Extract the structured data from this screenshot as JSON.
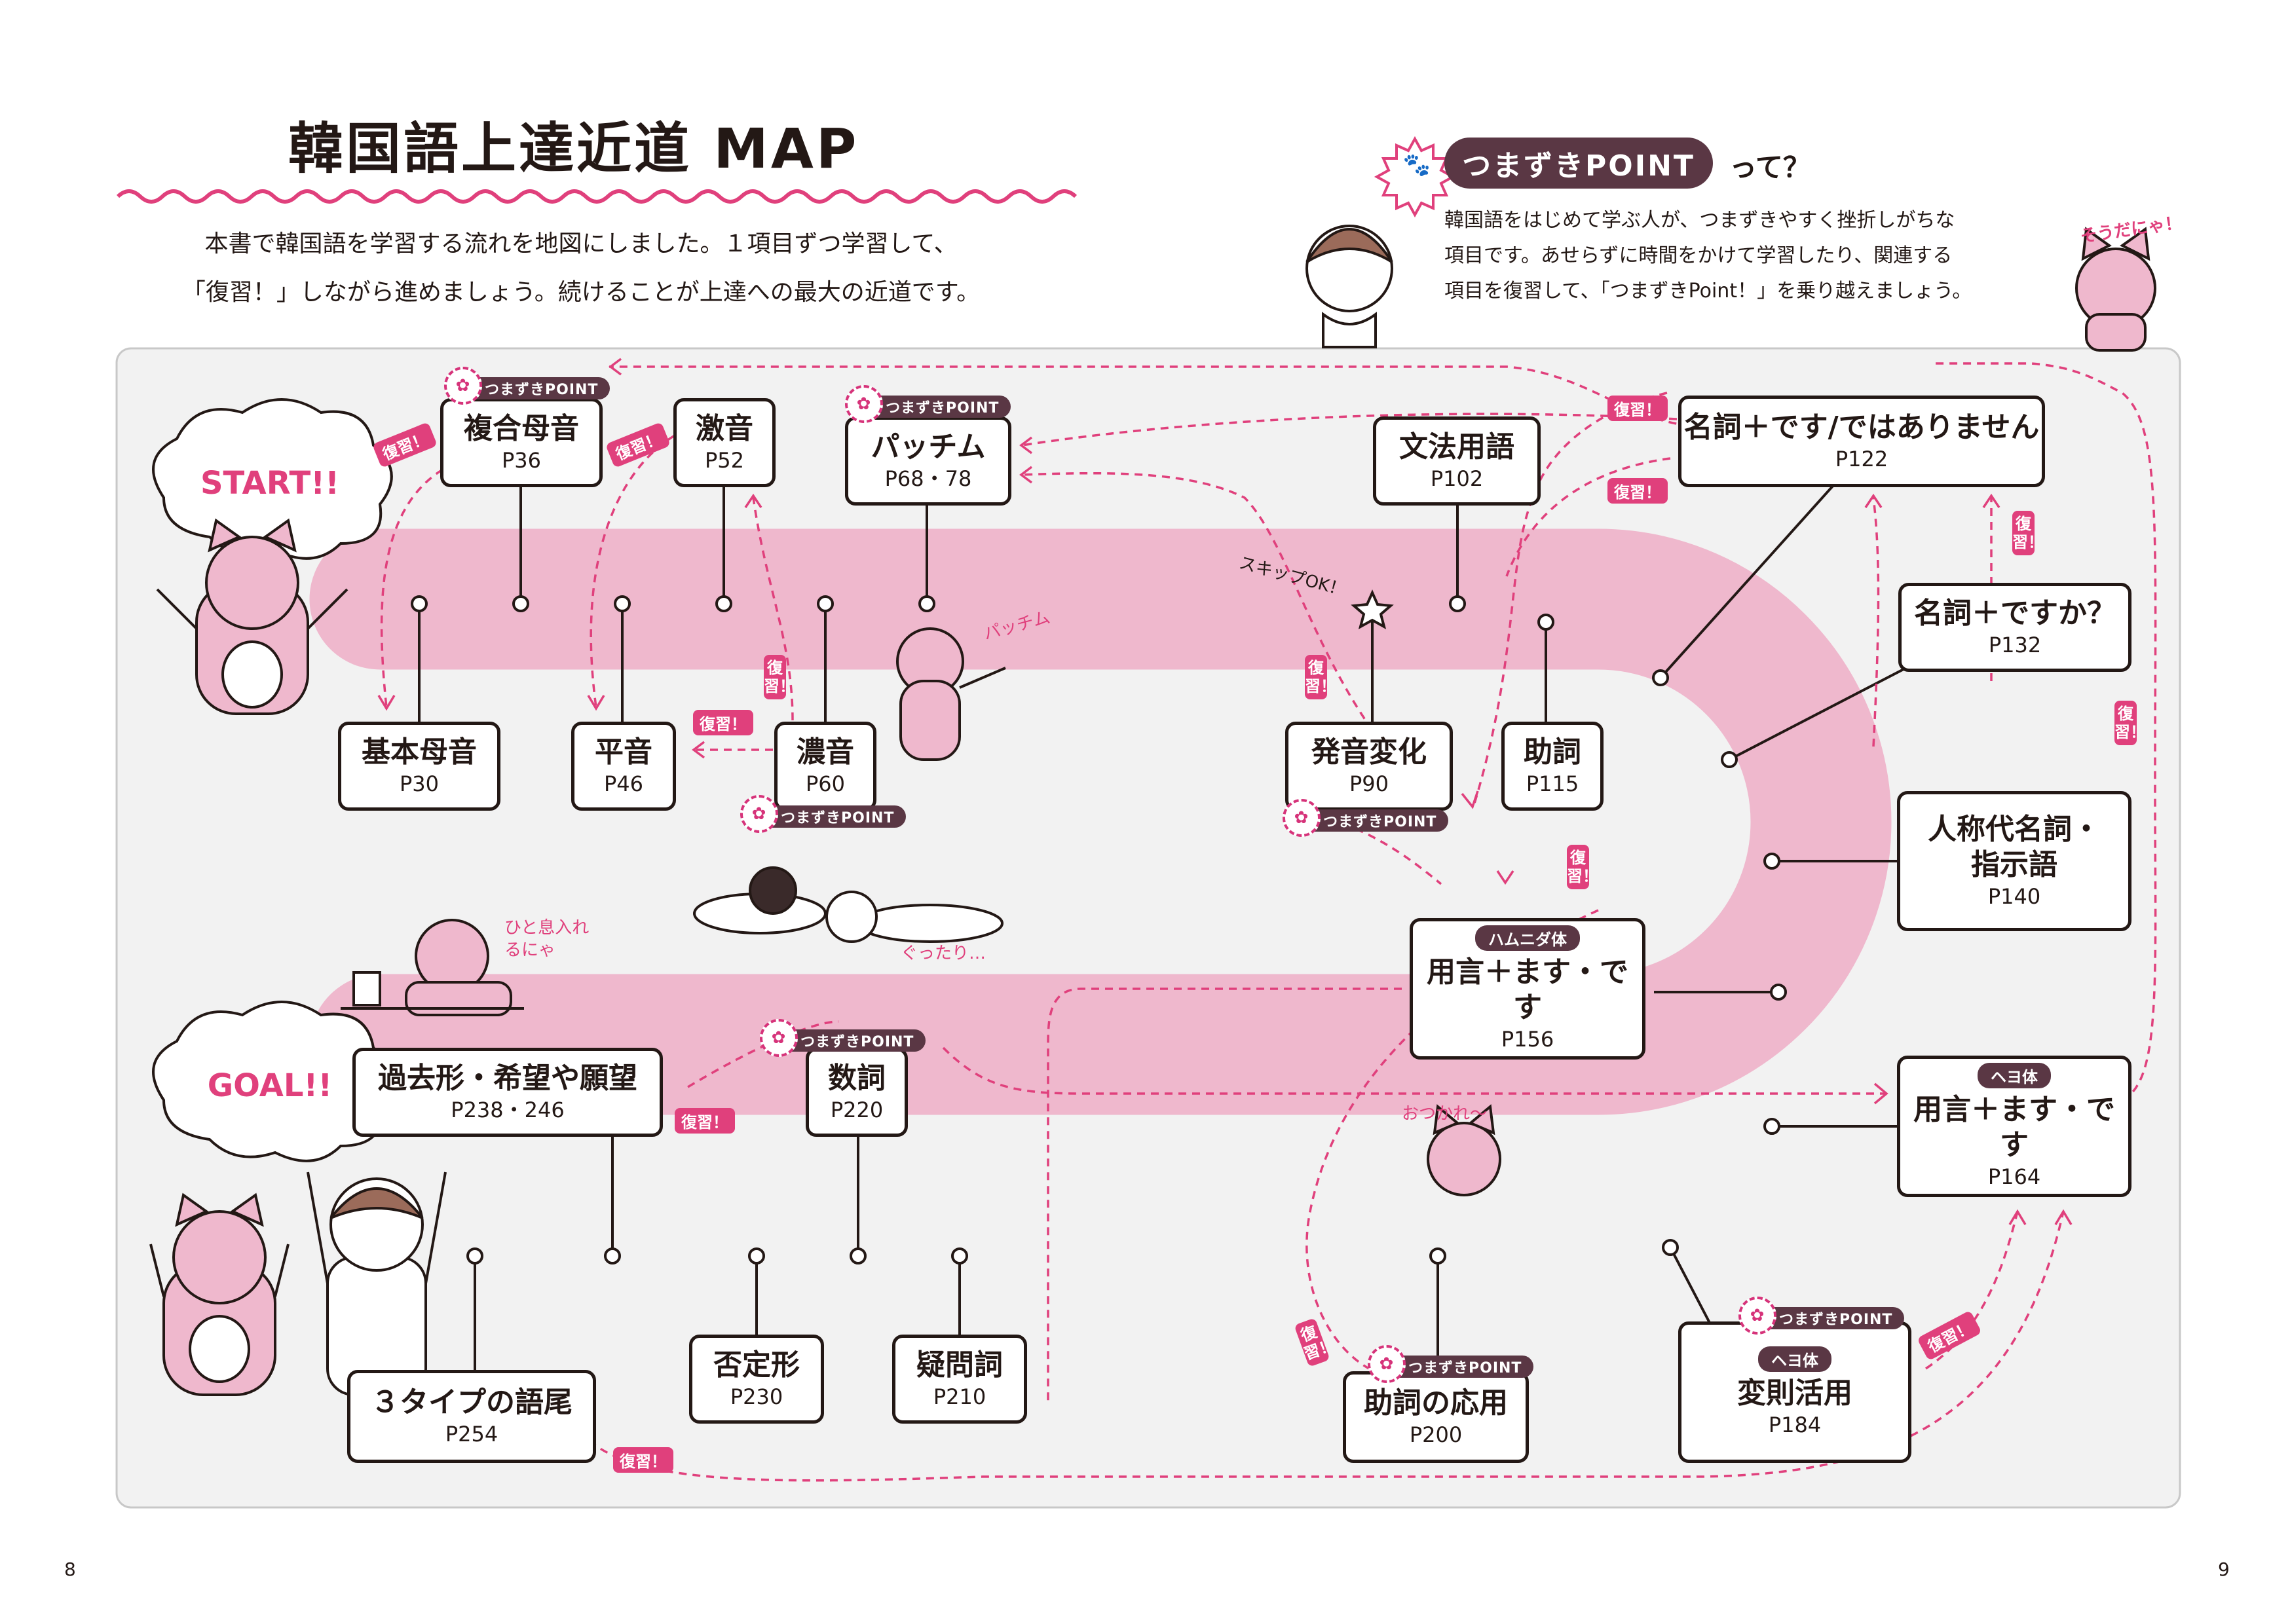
{
  "header": {
    "title": "韓国語上達近道 MAP",
    "intro_line1": "本書で韓国語を学習する流れを地図にしました。１項目ずつ学習して、",
    "intro_line2": "「復習！」しながら進めましょう。続けることが上達への最大の近道です。"
  },
  "tsumazuki_box": {
    "title": "つまずきPOINT",
    "suffix": "って？",
    "line1": "韓国語をはじめて学ぶ人が、つまずきやすく挫折しがちな",
    "line2": "項目です。あせらずに時間をかけて学習したり、関連する",
    "line3": "項目を復習して、「つまずきPoint！」を乗り越えましょう。"
  },
  "doodles": {
    "souda": "そうだにゃ！",
    "skip": "スキップOK！",
    "patchim": "パッチム",
    "hitoiki": "ひと息入れるにゃ",
    "guttari": "ぐったり…",
    "otsukare": "おつかれ～"
  },
  "bubbles": {
    "start": "START!!",
    "goal": "GOAL!!"
  },
  "badges": {
    "tsumazuki": "つまずきPOINT",
    "review": "復習！"
  },
  "nodes": [
    {
      "label": "基本母音",
      "page": "P30"
    },
    {
      "label": "複合母音",
      "page": "P36"
    },
    {
      "label": "平音",
      "page": "P46"
    },
    {
      "label": "激音",
      "page": "P52"
    },
    {
      "label": "濃音",
      "page": "P60"
    },
    {
      "label": "パッチム",
      "page": "P68・78"
    },
    {
      "label": "発音変化",
      "page": "P90"
    },
    {
      "label": "文法用語",
      "page": "P102"
    },
    {
      "label": "助詞",
      "page": "P115"
    },
    {
      "label": "名詞＋です/ではありません",
      "page": "P122"
    },
    {
      "label": "名詞＋ですか？",
      "page": "P132"
    },
    {
      "label": "人称代名詞・",
      "label2": "指示語",
      "page": "P140"
    },
    {
      "label": "用言＋ます・です",
      "page": "P156",
      "tag": "ハムニダ体"
    },
    {
      "label": "用言＋ます・です",
      "page": "P164",
      "tag": "ヘヨ体"
    },
    {
      "label": "変則活用",
      "page": "P184",
      "tag": "ヘヨ体"
    },
    {
      "label": "助詞の応用",
      "page": "P200"
    },
    {
      "label": "疑問詞",
      "page": "P210"
    },
    {
      "label": "数詞",
      "page": "P220"
    },
    {
      "label": "否定形",
      "page": "P230"
    },
    {
      "label": "過去形・希望や願望",
      "page": "P238・246"
    },
    {
      "label": "３タイプの語尾",
      "page": "P254"
    }
  ],
  "page_numbers": {
    "left": "8",
    "right": "9"
  },
  "colors": {
    "road": "#efb8cd",
    "pink": "#e0407c",
    "dark": "#231815",
    "badge": "#5a3744",
    "panel": "#f2f2f2"
  }
}
